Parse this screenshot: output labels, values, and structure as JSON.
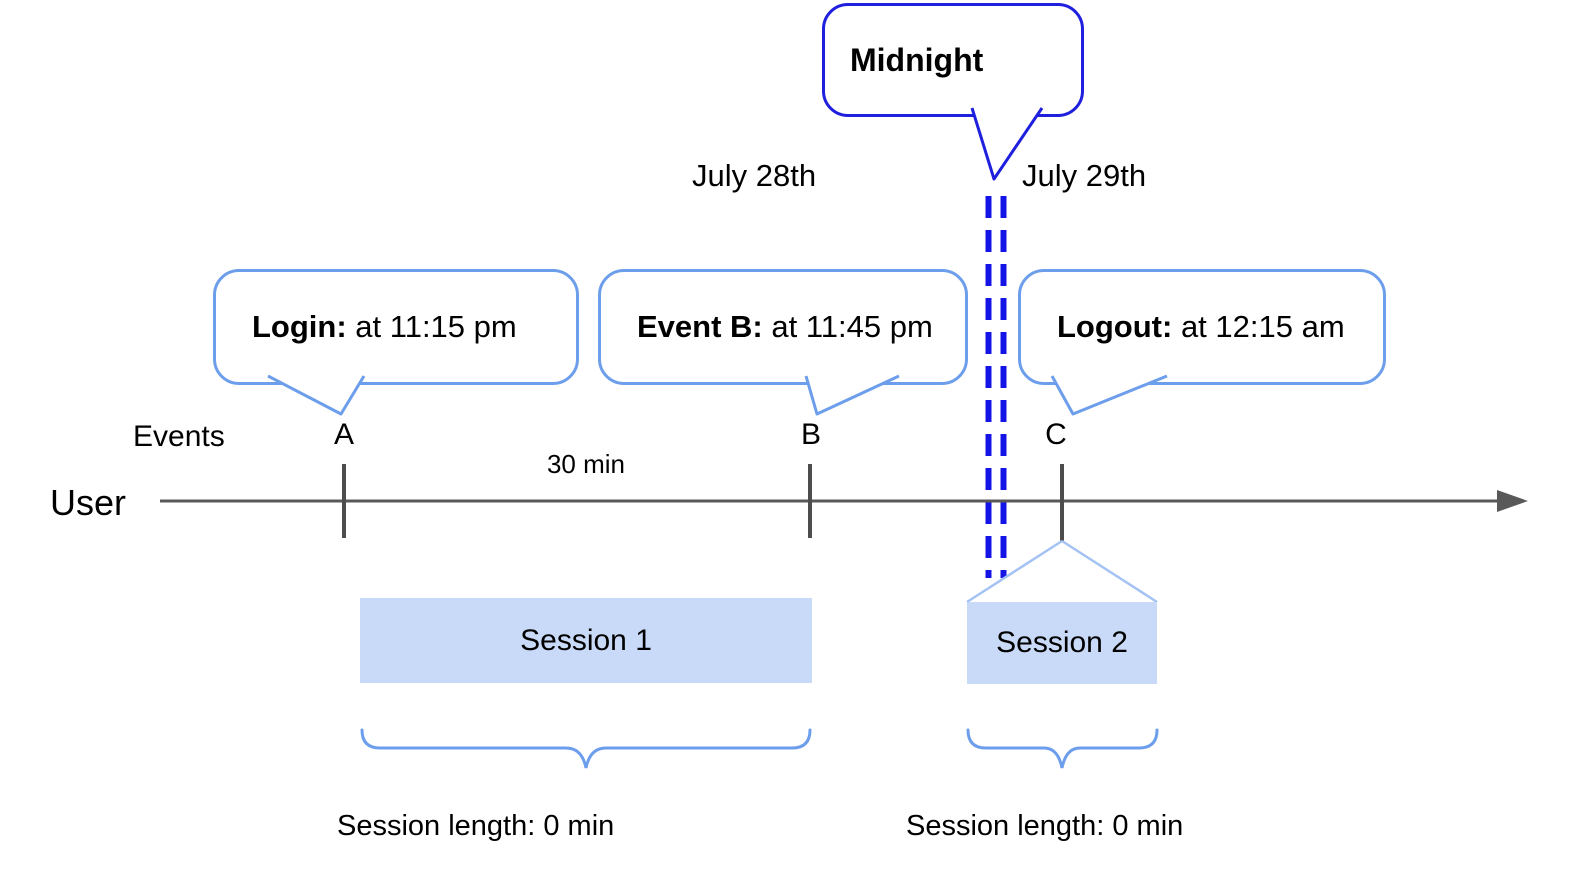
{
  "diagram": {
    "midnight_bubble": {
      "label": "Midnight"
    },
    "dates": {
      "left": "July 28th",
      "right": "July 29th"
    },
    "axis": {
      "events_label": "Events",
      "user_label": "User",
      "interval_label": "30 min",
      "markers": [
        "A",
        "B",
        "C"
      ]
    },
    "event_bubbles": [
      {
        "bold": "Login:",
        "rest": " at 11:15 pm"
      },
      {
        "bold": "Event B:",
        "rest": " at 11:45 pm"
      },
      {
        "bold": "Logout:",
        "rest": " at 12:15 am"
      }
    ],
    "sessions": [
      {
        "label": "Session 1",
        "length_label": "Session length: 0 min"
      },
      {
        "label": "Session 2",
        "length_label": "Session length: 0 min"
      }
    ],
    "colors": {
      "dark_blue": "#1F1FDE",
      "dash_blue": "#1414E6",
      "cornflower_blue": "#6D9EEB",
      "session_fill": "#C9DAF8",
      "projection_light_blue": "#A4C2F4",
      "timeline_gray": "#595959",
      "tick_gray": "#4d4d4d"
    }
  }
}
